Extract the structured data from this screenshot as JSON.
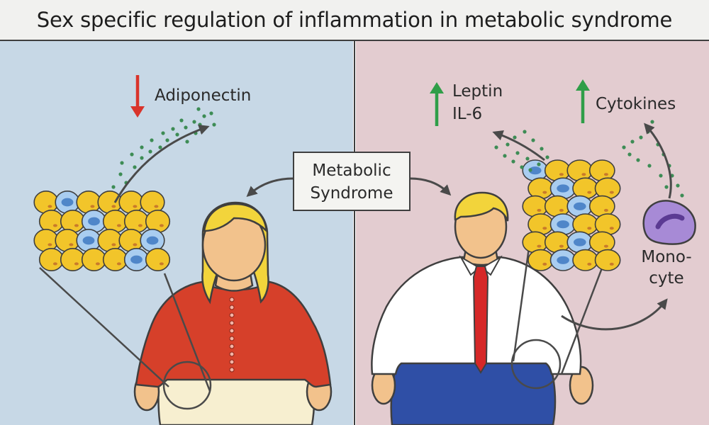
{
  "title": "Sex specific regulation of inflammation in metabolic syndrome",
  "center_label": {
    "line1": "Metabolic",
    "line2": "Syndrome"
  },
  "female": {
    "hormone": "Adiponectin",
    "hormone_trend": "down"
  },
  "male": {
    "hormones": {
      "line1": "Leptin",
      "line2": "IL-6"
    },
    "hormones_trend": "up",
    "cytokines": "Cytokines",
    "cytokines_trend": "up",
    "monocyte": {
      "line1": "Mono-",
      "line2": "cyte"
    }
  },
  "colors": {
    "female_bg": "#c7d8e6",
    "male_bg": "#e3ccd0",
    "arrow_down": "#d9342b",
    "arrow_up": "#2f9e48",
    "adipocyte": "#f2c52a",
    "immune_cell": "#a9cdf0",
    "monocyte": "#a78ad6",
    "female_shirt": "#d6402a",
    "male_trousers": "#2f4fa6",
    "tie": "#d62828"
  }
}
